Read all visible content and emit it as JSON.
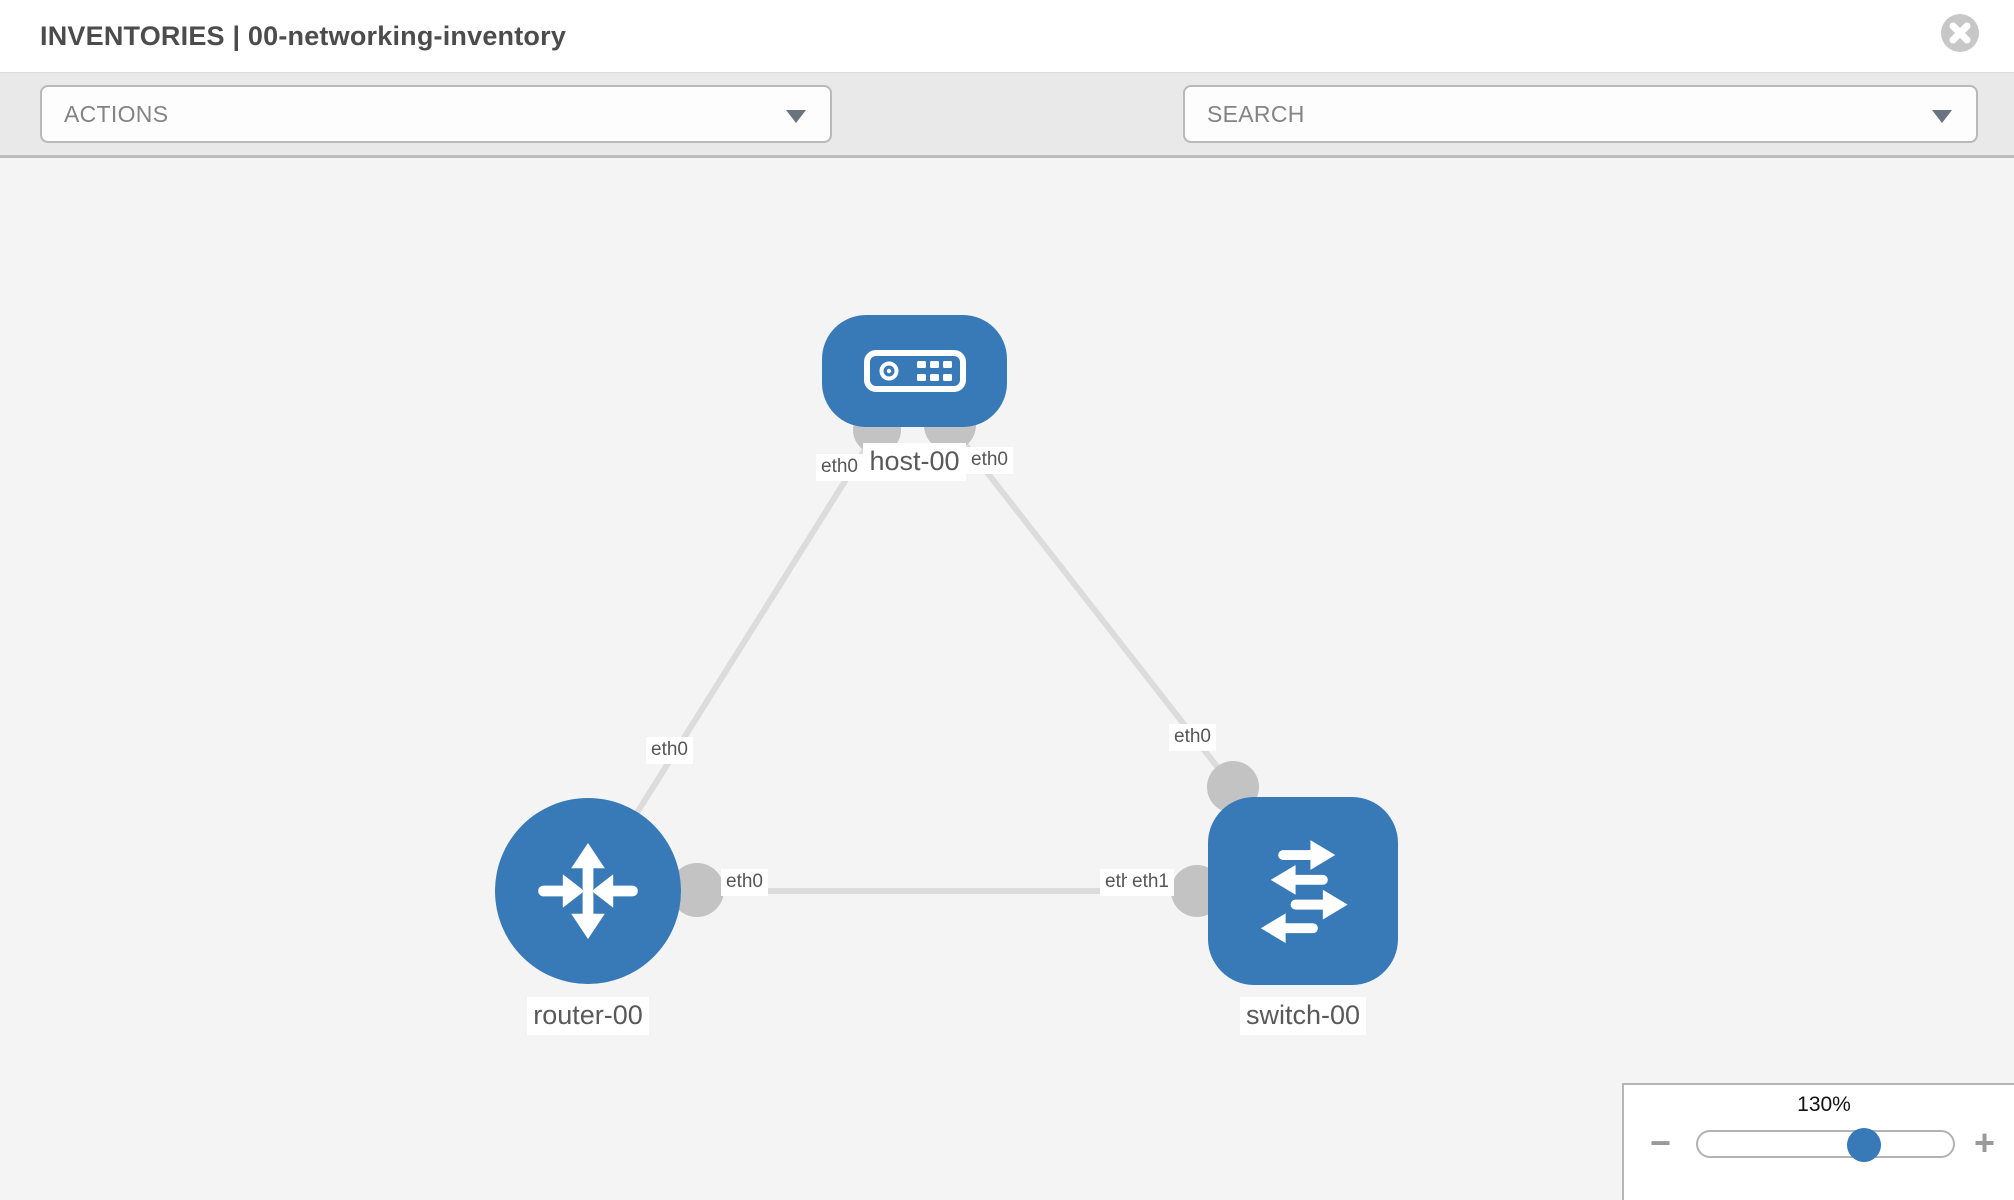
{
  "header": {
    "title": "INVENTORIES | 00-networking-inventory"
  },
  "toolbar": {
    "actions_label": "ACTIONS",
    "search_label": "SEARCH"
  },
  "diagram": {
    "nodes": [
      {
        "id": "host-00",
        "type": "host",
        "label": "host-00"
      },
      {
        "id": "router-00",
        "type": "router",
        "label": "router-00"
      },
      {
        "id": "switch-00",
        "type": "switch",
        "label": "switch-00"
      }
    ],
    "links": [
      {
        "from": "host-00",
        "to": "router-00",
        "from_port": "eth0",
        "to_port": "eth0"
      },
      {
        "from": "host-00",
        "to": "switch-00",
        "from_port": "eth0",
        "to_port": "eth0"
      },
      {
        "from": "router-00",
        "to": "switch-00",
        "from_port": "eth0",
        "to_port": "eth1",
        "to_port_overlapped": "eth0"
      }
    ]
  },
  "zoom_control": {
    "value": "130%",
    "minus_label": "−",
    "plus_label": "+",
    "percent": 64
  },
  "colors": {
    "node_blue": "#377ab7",
    "link_gray": "#dcdcdc",
    "port_circle_gray": "#c3c3c3",
    "toolbar_bg": "#e9e9e9",
    "canvas_bg": "#f4f4f4",
    "label_text": "#565656"
  }
}
